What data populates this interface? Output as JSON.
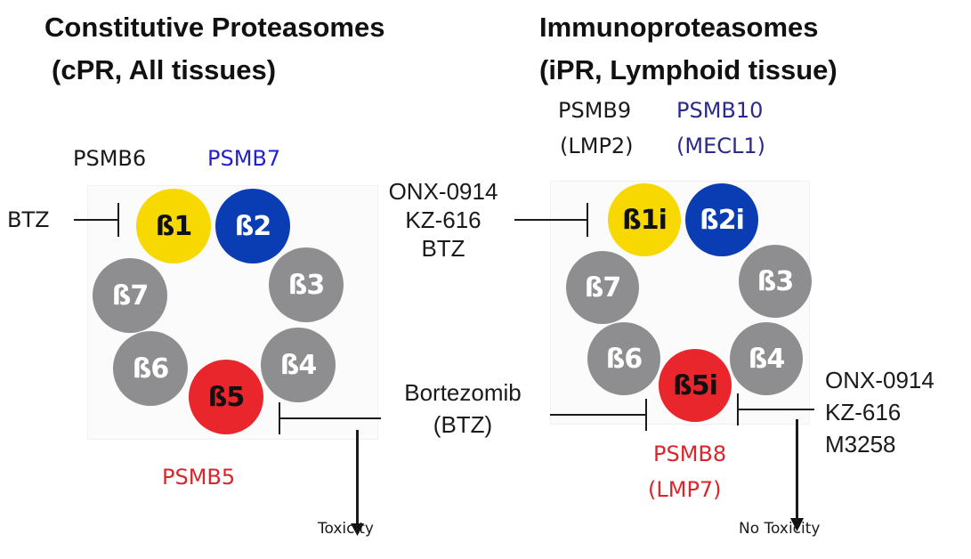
{
  "left_panel": {
    "title_line1": "Constitutive Proteasomes",
    "title_line2": "(cPR, All tissues)",
    "gene_labels": {
      "beta1": {
        "text": "PSMB6",
        "color": "#1a1a1a"
      },
      "beta2": {
        "text": "PSMB7",
        "color": "#2222cc"
      },
      "beta5": {
        "text": "PSMB5",
        "color": "#d9262b"
      }
    },
    "subunits": [
      {
        "id": "b1",
        "label": "ß1",
        "color": "yellow"
      },
      {
        "id": "b2",
        "label": "ß2",
        "color": "blue"
      },
      {
        "id": "b3",
        "label": "ß3",
        "color": "gray"
      },
      {
        "id": "b4",
        "label": "ß4",
        "color": "gray"
      },
      {
        "id": "b5",
        "label": "ß5",
        "color": "red"
      },
      {
        "id": "b6",
        "label": "ß6",
        "color": "gray"
      },
      {
        "id": "b7",
        "label": "ß7",
        "color": "gray"
      }
    ],
    "beta1_inhibitor": "BTZ",
    "outcome": "Toxicity"
  },
  "right_panel": {
    "title_line1": "Immunoproteasomes",
    "title_line2": "(iPR, Lymphoid tissue)",
    "gene_labels": {
      "beta1i": {
        "line1": "PSMB9",
        "line2": "(LMP2)",
        "color": "#1a1a1a"
      },
      "beta2i": {
        "line1": "PSMB10",
        "line2": "(MECL1)",
        "color": "#2a2a8a"
      },
      "beta5i": {
        "line1": "PSMB8",
        "line2": "(LMP7)",
        "color": "#d9262b"
      }
    },
    "subunits": [
      {
        "id": "b1i",
        "label": "ß1i",
        "color": "yellow"
      },
      {
        "id": "b2i",
        "label": "ß2i",
        "color": "blue"
      },
      {
        "id": "b3",
        "label": "ß3",
        "color": "gray"
      },
      {
        "id": "b4",
        "label": "ß4",
        "color": "gray"
      },
      {
        "id": "b5i",
        "label": "ß5i",
        "color": "red"
      },
      {
        "id": "b6",
        "label": "ß6",
        "color": "gray"
      },
      {
        "id": "b7",
        "label": "ß7",
        "color": "gray"
      }
    ],
    "beta1i_inhibitors": [
      "ONX-0914",
      "KZ-616",
      "BTZ"
    ],
    "beta5i_inhibitors": [
      "ONX-0914",
      "KZ-616",
      "M3258"
    ],
    "outcome": "No Toxicity"
  },
  "shared": {
    "bortezomib_line1": "Bortezomib",
    "bortezomib_line2": "(BTZ)"
  }
}
